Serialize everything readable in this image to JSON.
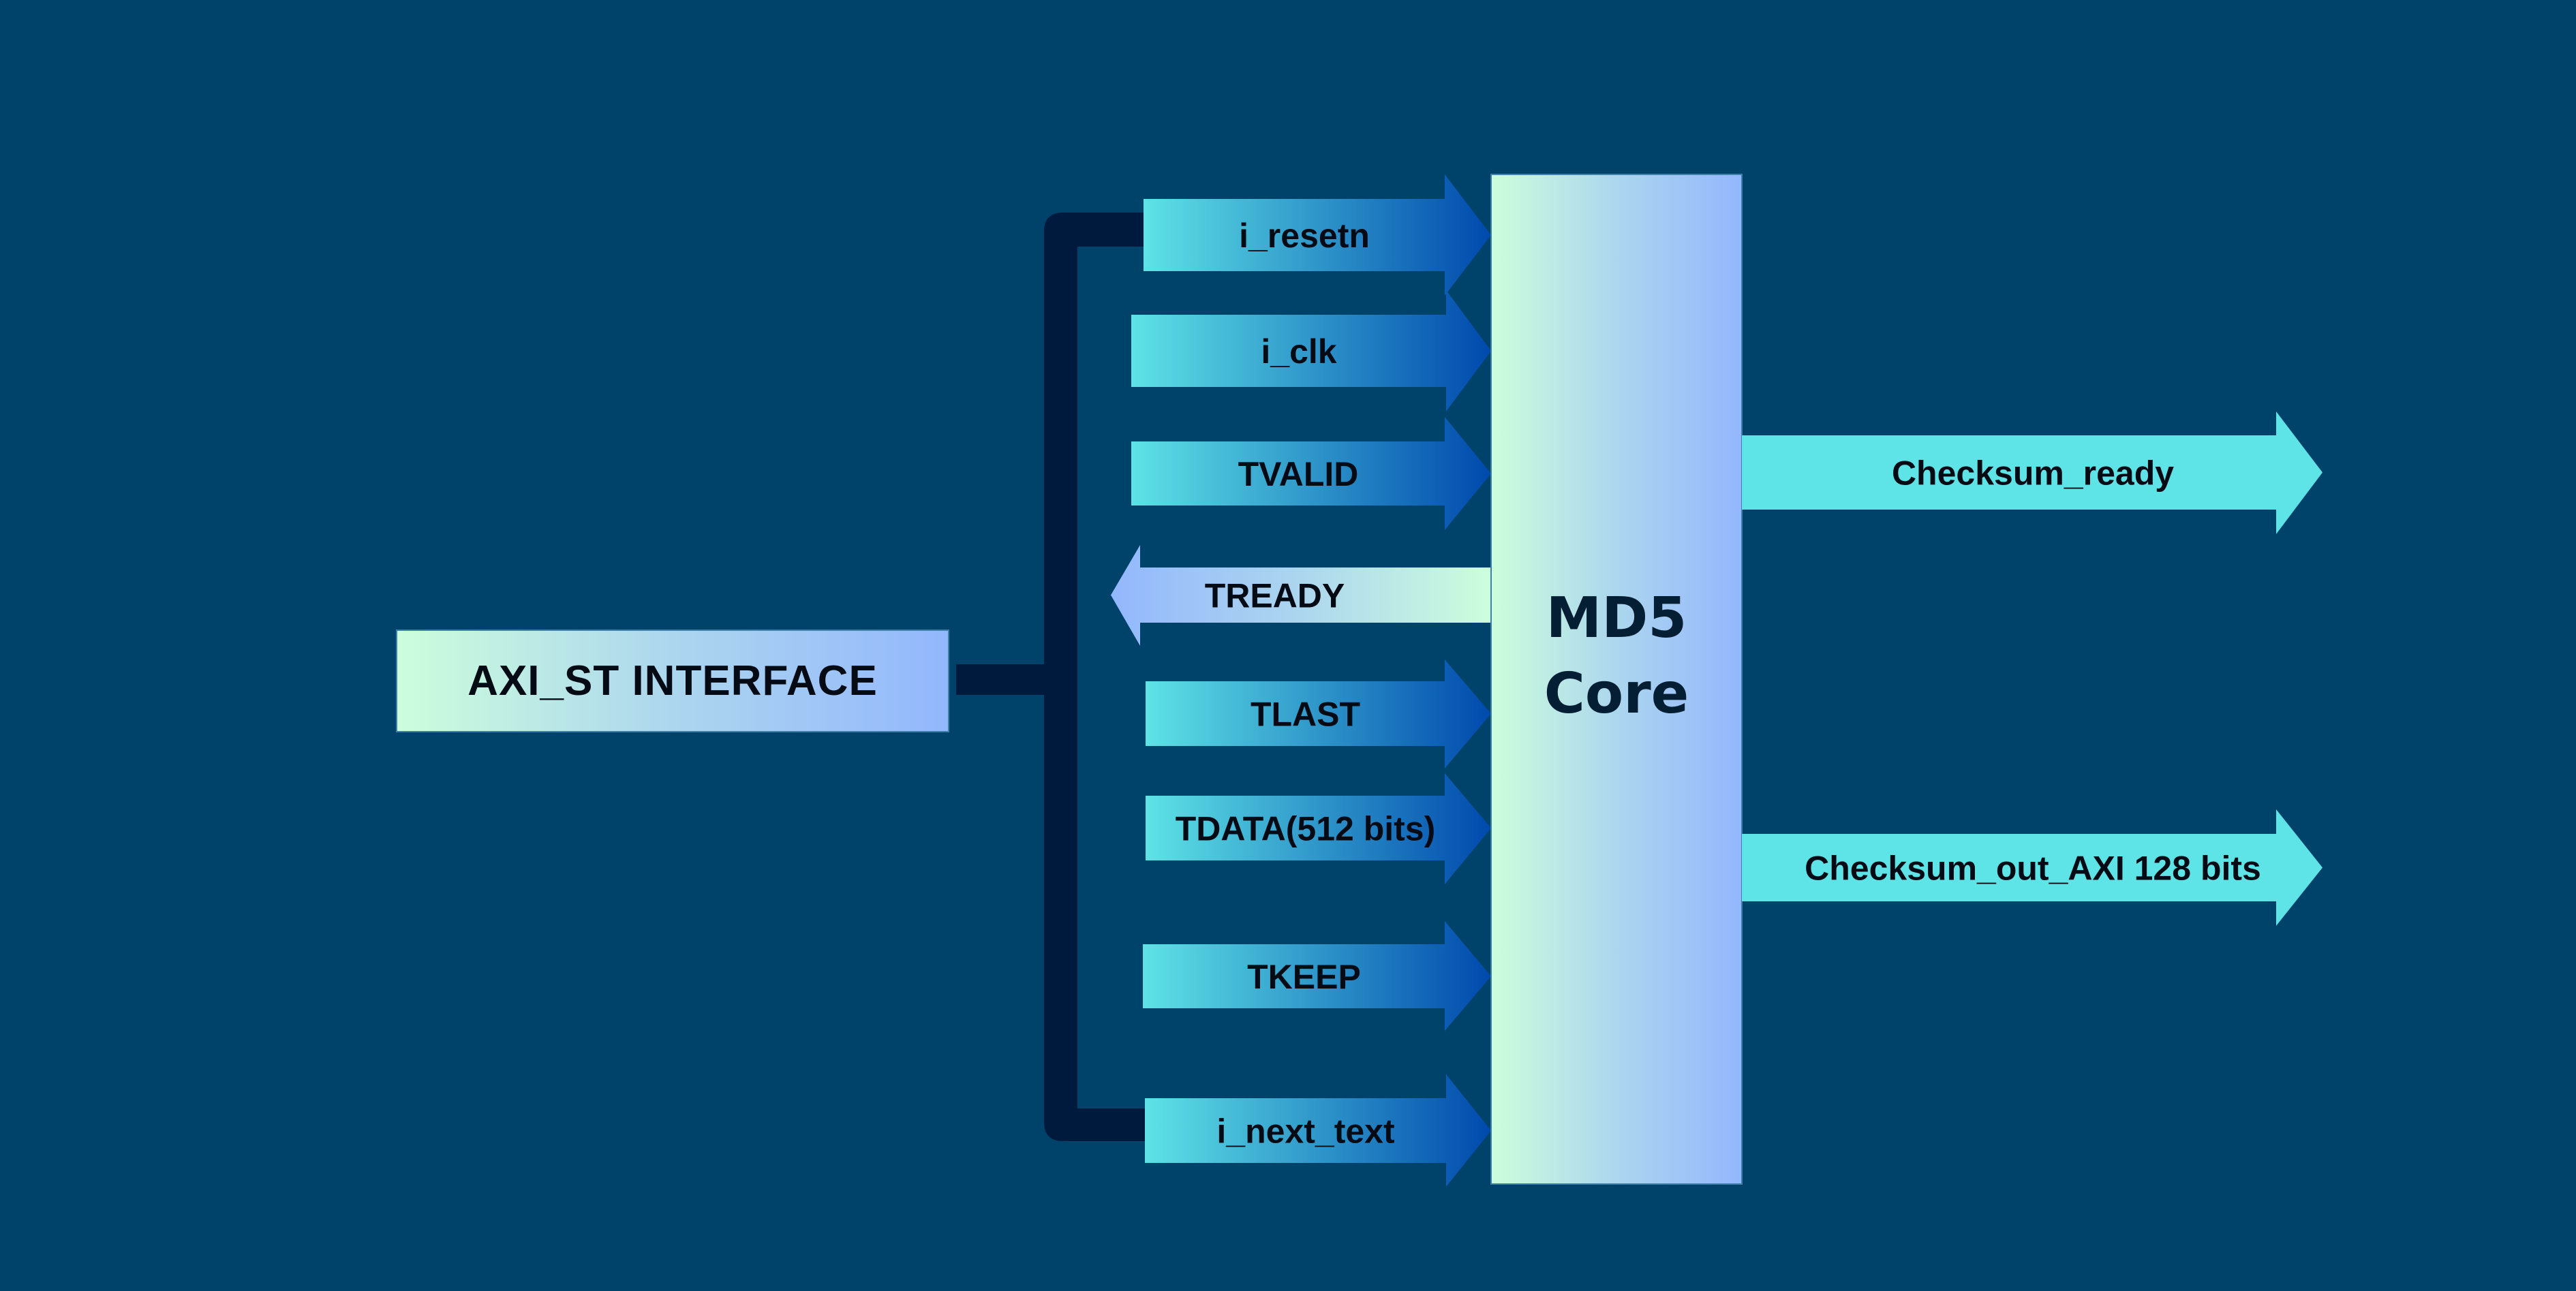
{
  "diagram": {
    "title": "MD5 Core AXI-Stream block diagram",
    "colors": {
      "background": "#00436a",
      "bracket": "#001a3d",
      "arrow_gradient_start": "#5ee3e6",
      "arrow_gradient_end": "#0049ad",
      "box_gradient_start": "#ccfedc",
      "box_gradient_end": "#93b7fd",
      "output_arrow": "#5ee3e6",
      "text": "#050b14",
      "core_text": "#041f33"
    },
    "source_block": {
      "label": "AXI_ST INTERFACE"
    },
    "core_block": {
      "label_line1": "MD5",
      "label_line2": "Core"
    },
    "input_signals": [
      {
        "label": "i_resetn",
        "direction": "in"
      },
      {
        "label": "i_clk",
        "direction": "in"
      },
      {
        "label": "TVALID",
        "direction": "in"
      },
      {
        "label": "TREADY",
        "direction": "out"
      },
      {
        "label": "TLAST",
        "direction": "in"
      },
      {
        "label": "TDATA(512 bits)",
        "direction": "in"
      },
      {
        "label": "TKEEP",
        "direction": "in"
      },
      {
        "label": "i_next_text",
        "direction": "in"
      }
    ],
    "output_signals": [
      {
        "label": "Checksum_ready",
        "direction": "out"
      },
      {
        "label": "Checksum_out_AXI 128 bits",
        "direction": "out"
      }
    ]
  }
}
